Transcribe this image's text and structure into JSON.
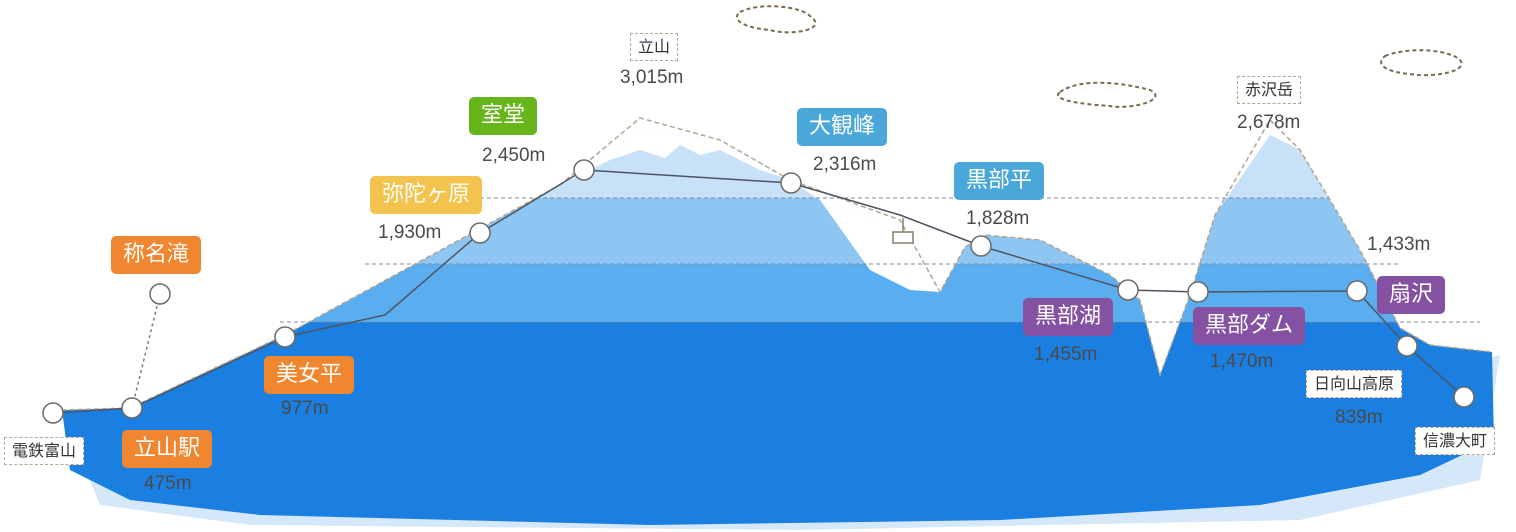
{
  "stations": {
    "dentetsu_toyama": {
      "name": "電鉄富山"
    },
    "tateyama_station": {
      "name": "立山駅",
      "elevation": "475m"
    },
    "shomyo_falls": {
      "name": "称名滝"
    },
    "bijodaira": {
      "name": "美女平",
      "elevation": "977m"
    },
    "midagahara": {
      "name": "弥陀ヶ原",
      "elevation": "1,930m"
    },
    "murodo": {
      "name": "室堂",
      "elevation": "2,450m"
    },
    "daikanbo": {
      "name": "大観峰",
      "elevation": "2,316m"
    },
    "kurobedaira": {
      "name": "黒部平",
      "elevation": "1,828m"
    },
    "kurobe_lake": {
      "name": "黒部湖",
      "elevation": "1,455m"
    },
    "kurobe_dam": {
      "name": "黒部ダム",
      "elevation": "1,470m"
    },
    "ogizawa": {
      "name": "扇沢",
      "elevation": "1,433m"
    },
    "hinatayama_kogen": {
      "name": "日向山高原",
      "elevation": "839m"
    },
    "shinano_omachi": {
      "name": "信濃大町"
    }
  },
  "peaks": {
    "tateyama": {
      "name": "立山",
      "elevation": "3,015m"
    },
    "akazawadake": {
      "name": "赤沢岳",
      "elevation": "2,678m"
    }
  },
  "colors": {
    "orange": "#f0862f",
    "yellow": "#f3c44d",
    "green": "#66b51a",
    "blue": "#4aa7d9",
    "purple": "#8451a3",
    "water_dark": "#1a7fe0",
    "water_mid": "#5aaef0",
    "water_light": "#8dc6f3",
    "water_pale": "#c6e1f8"
  }
}
